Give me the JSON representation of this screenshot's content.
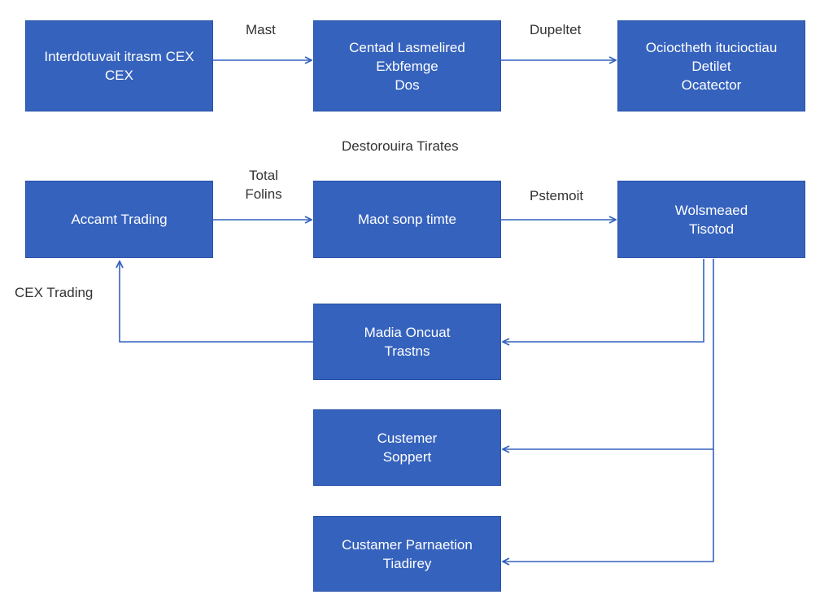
{
  "colors": {
    "node_fill": "#3562bd",
    "edge": "#3562bd",
    "text": "#333333"
  },
  "nodes": {
    "cex_node": [
      "Interdotuvait itrasm CEX",
      "CEX"
    ],
    "exchange_node": [
      "Centad Lasmelired",
      "Exbfemge",
      "Dos"
    ],
    "detail_node": [
      "Ocioctheth itucioctiau",
      "Detilet",
      "Ocatector"
    ],
    "account_node": [
      "Accamt Trading"
    ],
    "market_node": [
      "Maot sonp timte"
    ],
    "wolume_node": [
      "Wolsmeaed",
      "Tisotod"
    ],
    "madia_node": [
      "Madia Oncuat",
      "Trastns"
    ],
    "support_node": [
      "Custemer",
      "Soppert"
    ],
    "promotion_node": [
      "Custamer Parnaetion",
      "Tiadirey"
    ]
  },
  "labels": {
    "mast": [
      "Mast"
    ],
    "dupeltet": [
      "Dupeltet"
    ],
    "section_title": [
      "Destorouira Tirates"
    ],
    "total_folins": [
      "Total",
      "Folins"
    ],
    "pstemoit": [
      "Pstemoit"
    ],
    "cex_trading": [
      "CEX Trading"
    ]
  }
}
